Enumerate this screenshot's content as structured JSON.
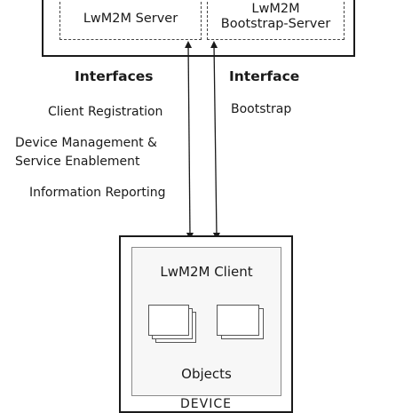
{
  "server_panel": {
    "lwm2m_server": "LwM2M Server",
    "bootstrap_server_line1": "LwM2M",
    "bootstrap_server_line2": "Bootstrap-Server"
  },
  "interfaces_left": {
    "heading": "Interfaces",
    "items": [
      "Client Registration",
      "Device Management &",
      "Service Enablement",
      "Information Reporting"
    ]
  },
  "interface_right": {
    "heading": "Interface",
    "items": [
      "Bootstrap"
    ]
  },
  "client_panel": {
    "title": "LwM2M Client",
    "objects_label": "Objects",
    "device_label": "DEVICE"
  }
}
